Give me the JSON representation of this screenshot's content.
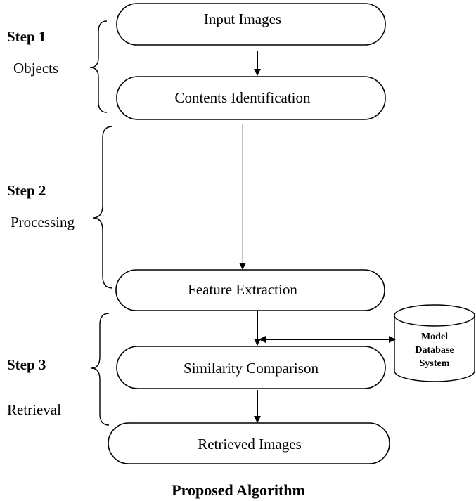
{
  "steps": [
    {
      "title": "Step 1",
      "subtitle": "Objects"
    },
    {
      "title": "Step 2",
      "subtitle": "Processing"
    },
    {
      "title": "Step 3",
      "subtitle": "Retrieval"
    }
  ],
  "nodes": {
    "input_images": "Input Images",
    "contents_identification": "Contents Identification",
    "feature_extraction": "Feature Extraction",
    "similarity_comparison": "Similarity Comparison",
    "retrieved_images": "Retrieved  Images"
  },
  "database": {
    "line1": "Model",
    "line2": "Database",
    "line3": "System"
  },
  "caption": "Proposed Algorithm",
  "colors": {
    "stroke": "#000000",
    "thin_connector": "#9a9a9a",
    "background": "#ffffff"
  }
}
